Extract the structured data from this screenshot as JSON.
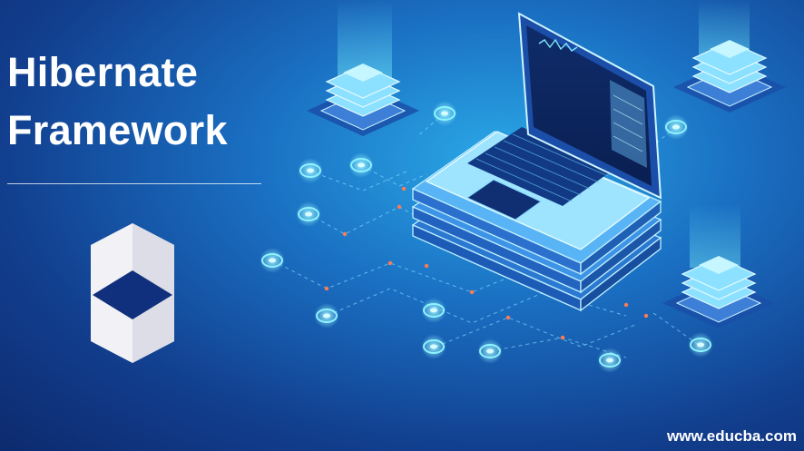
{
  "banner": {
    "title_line1": "Hibernate",
    "title_line2": "Framework",
    "watermark": "www.educba.com"
  },
  "icons": {
    "logo": "hibernate-logo-icon",
    "laptop": "laptop-icon",
    "servers": "server-stack-icon",
    "network": "network-node-icon"
  },
  "colors": {
    "background_light": "#2aa7e6",
    "background_dark": "#0d2a6e",
    "text": "#ffffff",
    "logo_main": "#f2f2f6",
    "logo_accent": "#102f7c",
    "node_glow": "#5ff0ff",
    "node_dot": "#ff7a52"
  }
}
